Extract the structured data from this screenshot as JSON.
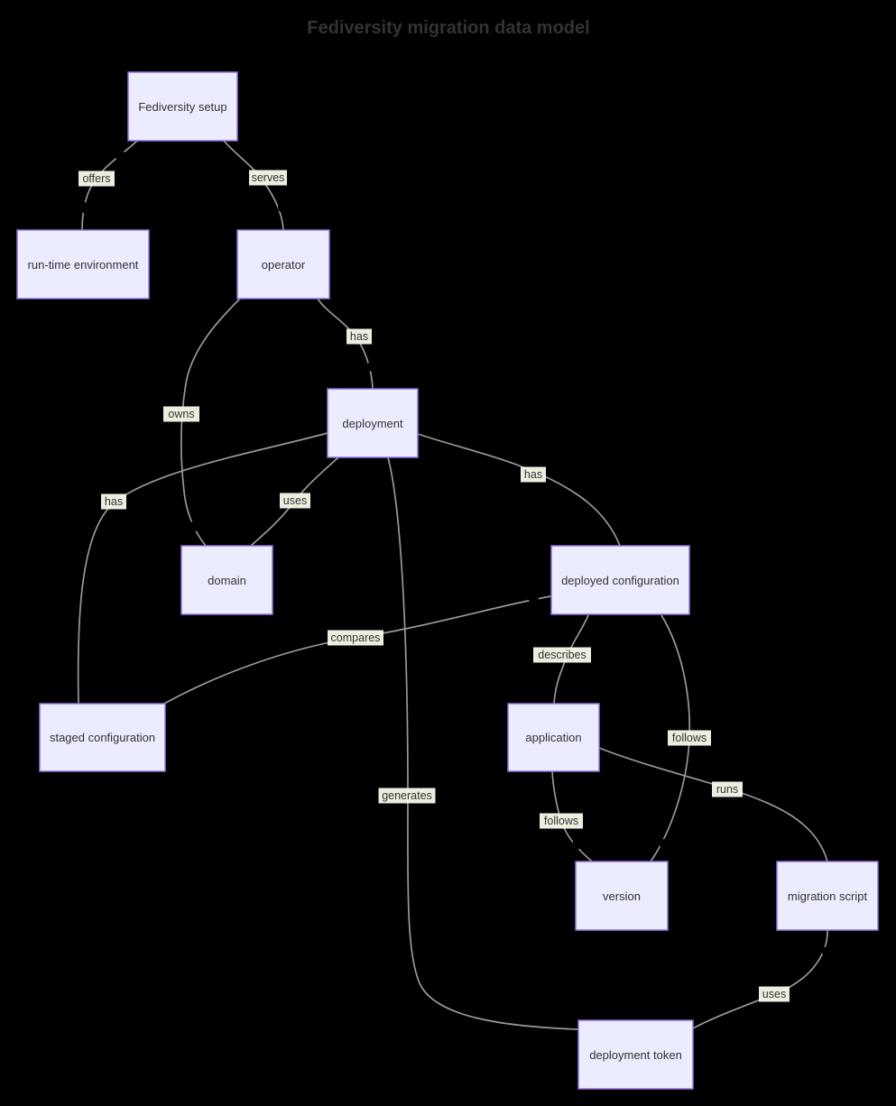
{
  "title": "Fediversity migration data model",
  "diagram_type": "entity-relationship",
  "colors": {
    "background": "#000000",
    "entity_fill": "#ECECFF",
    "entity_border": "#9370DB",
    "edge_line": "#999999",
    "edge_label_background": "#fafaeb",
    "text": "#333333"
  },
  "entities": [
    {
      "id": "fediversity-setup",
      "label": "Fediversity setup"
    },
    {
      "id": "runtime-environment",
      "label": "run-time environment"
    },
    {
      "id": "operator",
      "label": "operator"
    },
    {
      "id": "deployment",
      "label": "deployment"
    },
    {
      "id": "domain",
      "label": "domain"
    },
    {
      "id": "deployed-configuration",
      "label": "deployed configuration"
    },
    {
      "id": "staged-configuration",
      "label": "staged configuration"
    },
    {
      "id": "application",
      "label": "application"
    },
    {
      "id": "version",
      "label": "version"
    },
    {
      "id": "migration-script",
      "label": "migration script"
    },
    {
      "id": "deployment-token",
      "label": "deployment token"
    }
  ],
  "relationships": [
    {
      "label": "offers",
      "from": "Fediversity setup",
      "to": "run-time environment",
      "from_cardinality": "zero-or-many",
      "to_cardinality": "zero-or-many"
    },
    {
      "label": "serves",
      "from": "Fediversity setup",
      "to": "operator",
      "from_cardinality": "exactly-one",
      "to_cardinality": "zero-or-many"
    },
    {
      "label": "has",
      "from": "operator",
      "to": "deployment",
      "from_cardinality": "exactly-one",
      "to_cardinality": "zero-or-many"
    },
    {
      "label": "owns",
      "from": "operator",
      "to": "domain",
      "from_cardinality": "exactly-one",
      "to_cardinality": "zero-or-many"
    },
    {
      "label": "uses",
      "from": "deployment",
      "to": "domain",
      "from_cardinality": "one-or-many",
      "to_cardinality": "exactly-one"
    },
    {
      "label": "has",
      "from": "deployment",
      "to": "staged configuration",
      "from_cardinality": "exactly-one",
      "to_cardinality": "exactly-one"
    },
    {
      "label": "has",
      "from": "deployment",
      "to": "deployed configuration",
      "from_cardinality": "exactly-one",
      "to_cardinality": "zero-or-one"
    },
    {
      "label": "compares",
      "from": "staged configuration",
      "to": "deployed configuration",
      "from_cardinality": "exactly-one",
      "to_cardinality": "zero-or-one"
    },
    {
      "label": "describes",
      "from": "deployed configuration",
      "to": "application",
      "from_cardinality": "exactly-one",
      "to_cardinality": "one-or-many"
    },
    {
      "label": "follows",
      "from": "deployed configuration",
      "to": "version",
      "from_cardinality": "one-or-many",
      "to_cardinality": "zero-or-many"
    },
    {
      "label": "runs",
      "from": "application",
      "to": "migration script",
      "from_cardinality": "exactly-one",
      "to_cardinality": "zero-or-many"
    },
    {
      "label": "follows",
      "from": "application",
      "to": "version",
      "from_cardinality": "exactly-one",
      "to_cardinality": "zero-or-many"
    },
    {
      "label": "generates",
      "from": "deployment",
      "to": "deployment token",
      "from_cardinality": "exactly-one",
      "to_cardinality": "one-or-many"
    },
    {
      "label": "uses",
      "from": "migration script",
      "to": "deployment token",
      "from_cardinality": "zero-or-many",
      "to_cardinality": "exactly-one"
    }
  ]
}
